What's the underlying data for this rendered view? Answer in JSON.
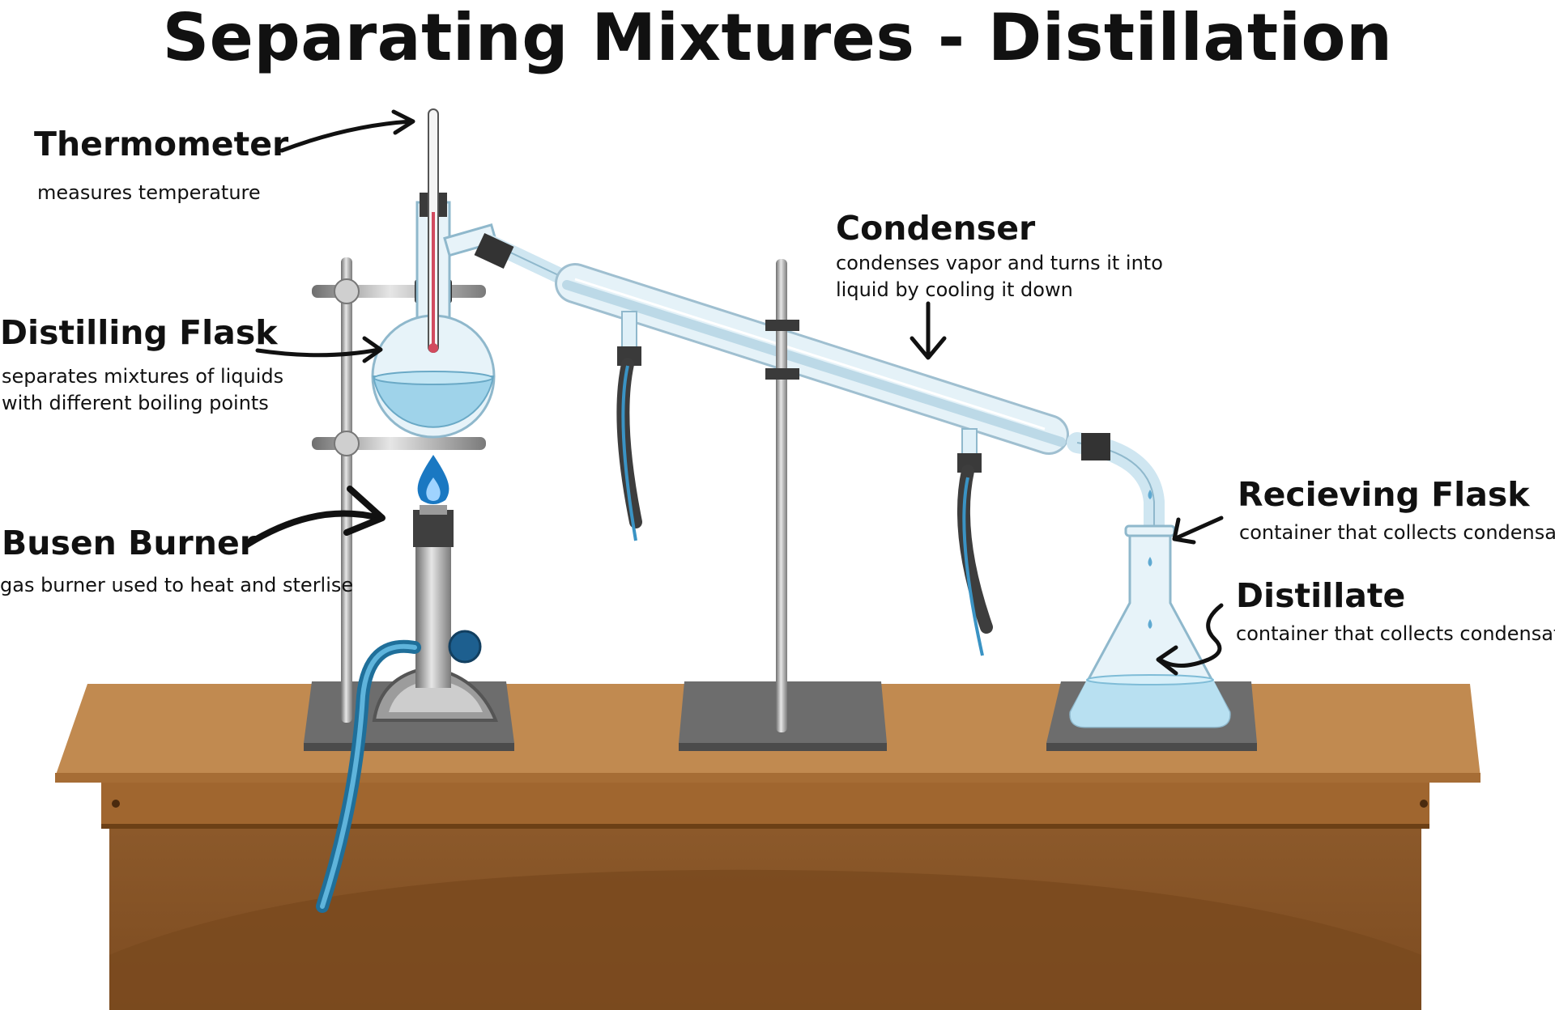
{
  "title": "Separating Mixtures - Distillation",
  "labels": {
    "thermometer": {
      "name": "Thermometer",
      "desc": "measures temperature"
    },
    "distilling_flask": {
      "name": "Distilling Flask",
      "desc_line1": "separates mixtures of liquids",
      "desc_line2": "with different boiling points"
    },
    "burner": {
      "name": "Busen Burner",
      "desc": "gas burner used to heat and sterlise"
    },
    "condenser": {
      "name": "Condenser",
      "desc_line1": "condenses vapor and turns it into",
      "desc_line2": "liquid by cooling it down"
    },
    "receiving_flask": {
      "name": "Recieving Flask",
      "desc": "container that collects condensate"
    },
    "distillate": {
      "name": "Distillate",
      "desc": "container that collects condensate"
    }
  },
  "colors": {
    "text": "#111111",
    "table_top": "#c18a50",
    "table_body": "#8a5525",
    "table_front": "#7a4a1f",
    "glass": "#dff0f8",
    "glass_stroke": "#8fb8cc",
    "liquid": "#9fd3ea",
    "hose": "#2e86b6",
    "flame": "#1a78c2",
    "metal": "#8c8c8c"
  }
}
